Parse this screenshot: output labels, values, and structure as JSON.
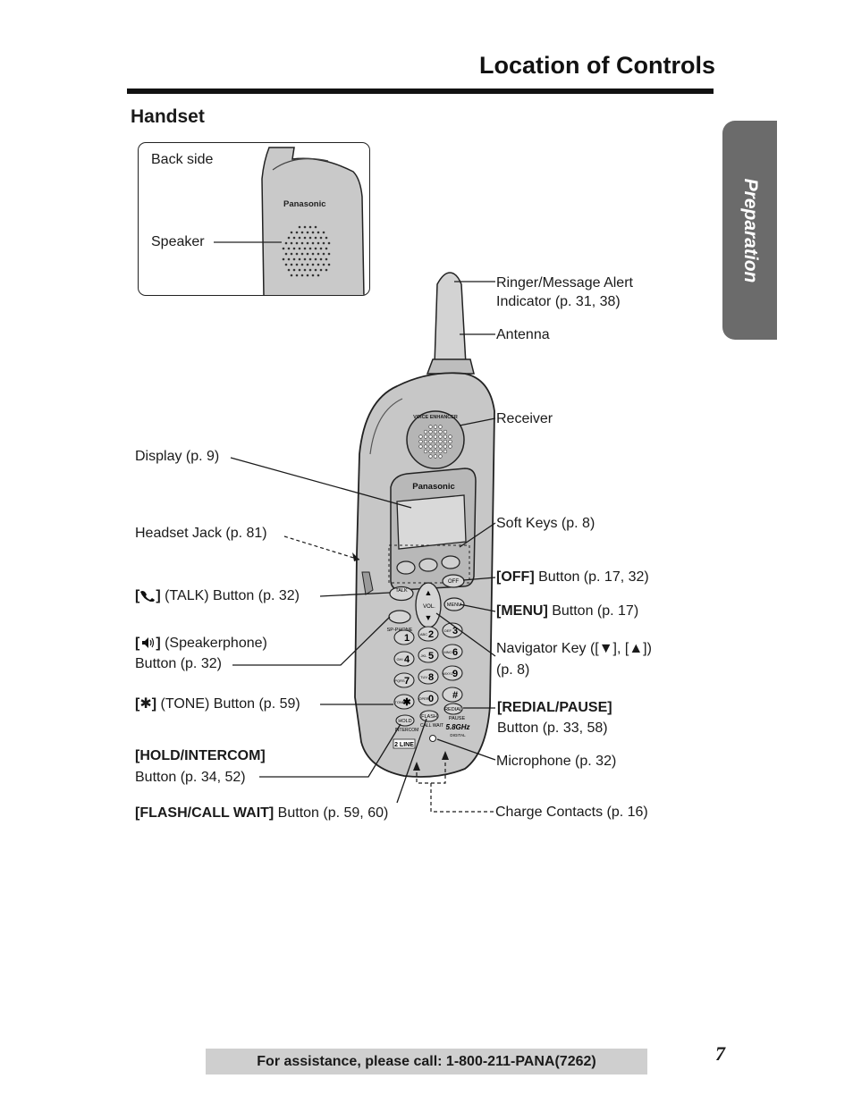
{
  "header": {
    "title": "Location of Controls",
    "section": "Handset",
    "side_tab": "Preparation"
  },
  "inset": {
    "caption": "Back side",
    "speaker_label": "Speaker",
    "brand": "Panasonic"
  },
  "phone": {
    "brand": "Panasonic",
    "receiver_text": "VOICE ENHANCER",
    "keys": {
      "talk": "TALK",
      "sp": "SP-PHONE",
      "off": "OFF",
      "menu": "MENU",
      "vol": "VOL.",
      "k1": "1",
      "k2": "2",
      "k2s": "ABC",
      "k3": "3",
      "k3s": "DEF",
      "k4": "4",
      "k4s": "GHI",
      "k5": "5",
      "k5s": "JKL",
      "k6": "6",
      "k6s": "MNO",
      "k7": "7",
      "k7s": "PQRS",
      "k8": "8",
      "k8s": "TUV",
      "k9": "9",
      "k9s": "WXYZ",
      "k0": "0",
      "k0s": "OPER",
      "tone": "TONE",
      "star": "✱",
      "hash": "#",
      "hold": "HOLD",
      "intercom": "INTERCOM",
      "flash": "FLASH",
      "callwait": "CALL WAIT",
      "redial": "REDIAL",
      "pause": "PAUSE",
      "ghz": "5.8GHz",
      "digital": "DIGITAL",
      "twoline": "2 LINE"
    }
  },
  "labels": {
    "ringer_1": "Ringer/Message Alert",
    "ringer_2": "Indicator (p. 31, 38)",
    "antenna": "Antenna",
    "receiver": "Receiver",
    "display": "Display (p. 9)",
    "soft_keys": "Soft Keys (p. 8)",
    "headset_jack": "Headset Jack (p. 81)",
    "off_bold": "[OFF]",
    "off_rest": " Button (p. 17, 32)",
    "menu_bold": "[MENU]",
    "menu_rest": " Button (p. 17)",
    "talk_rest": " (TALK) Button (p. 32)",
    "speaker_rest": " (Speakerphone)",
    "speaker_line2": "Button (p. 32)",
    "nav_1": "Navigator Key ([▼], [▲])",
    "nav_2": "(p. 8)",
    "tone_rest": " (TONE) Button (p. 59)",
    "redial_bold": "[REDIAL/PAUSE]",
    "redial_2": "Button (p. 33, 58)",
    "hold_bold": "[HOLD/INTERCOM]",
    "hold_2": "Button (p. 34, 52)",
    "microphone": "Microphone (p. 32)",
    "flash_bold": "[FLASH/CALL WAIT]",
    "flash_rest": " Button (p. 59, 60)",
    "charge": "Charge Contacts (p. 16)"
  },
  "footer": {
    "assistance": "For assistance, please call: 1-800-211-PANA(7262)",
    "page": "7"
  }
}
